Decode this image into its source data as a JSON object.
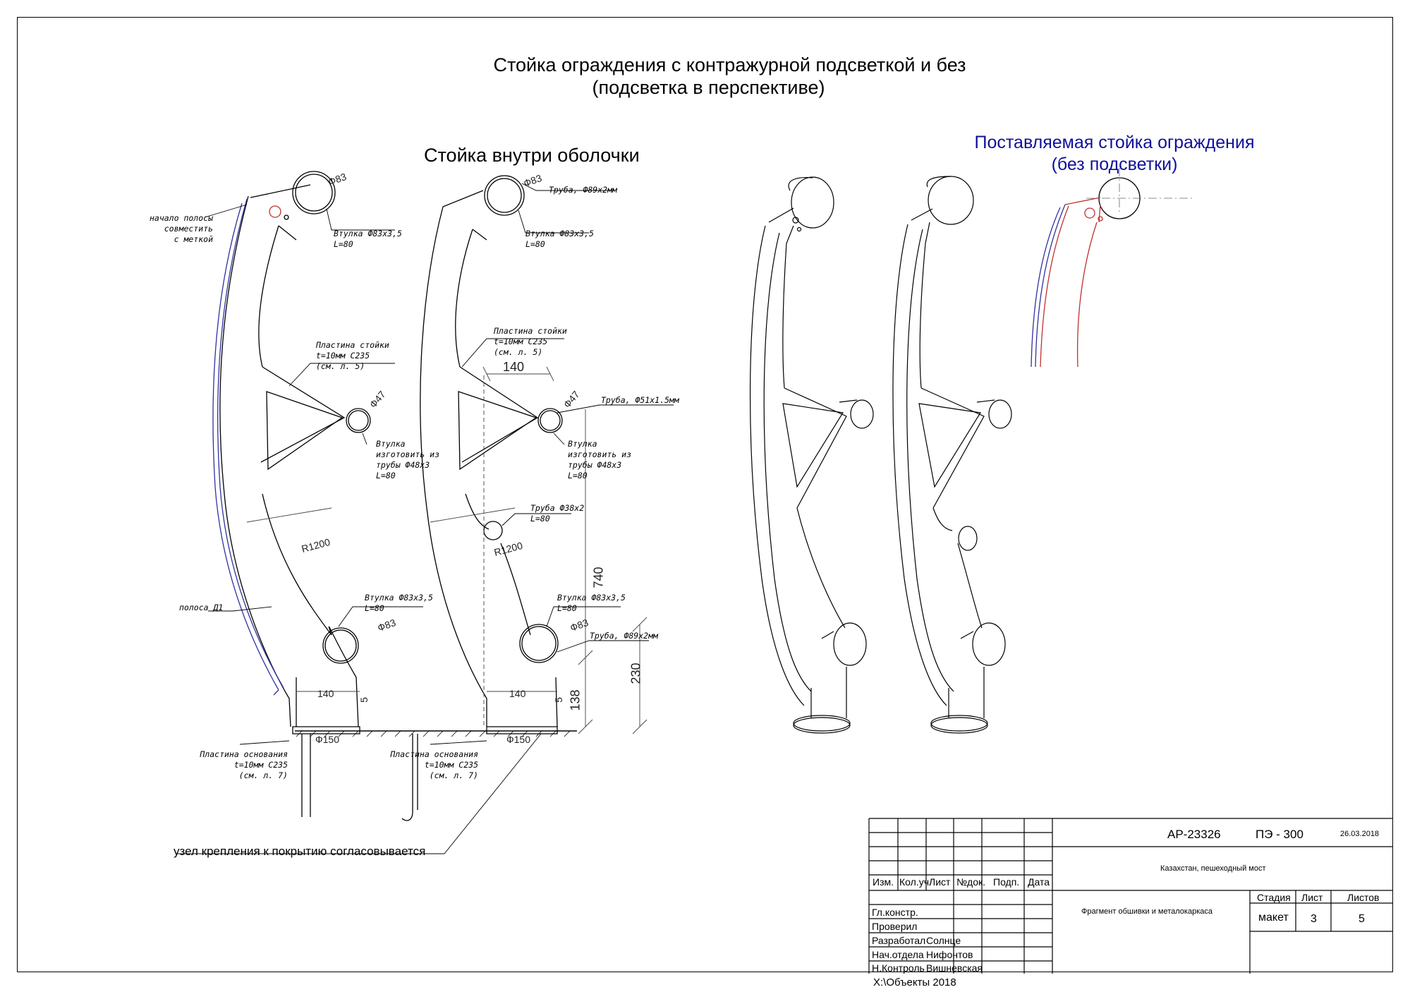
{
  "title_line1": "Стойка ограждения с контражурной подсветкой и без",
  "title_line2": "(подсветка в перспективе)",
  "subtitle_left": "Стойка внутри оболочки",
  "subtitle_right_line1": "Поставляемая стойка ограждения",
  "subtitle_right_line2": "(без подсветки)",
  "colors": {
    "accent_blue": "#10109a",
    "line": "#000000",
    "strip": "#3030a0",
    "red": "#c03030"
  },
  "notes": {
    "strip_start": "начало полосы\nсовместить\nс меткой",
    "strip": "полоса Д1",
    "bushing_top_left": "Втулка Ф83х3,5\nL=80",
    "plate_left": "Пластина стойки\nt=10мм С235\n(см. л. 5)",
    "bushing_mid_left": "Втулка\nизготовить из\nтрубы Ф48х3\nL=80",
    "bushing_bot_left": "Втулка Ф83х3,5\nL=80",
    "base_left": "Пластина основания\nt=10мм С235\n(см. л. 7)",
    "pipe_top_right": "Труба, Ф89х2мм",
    "bushing_top_right": "Втулка Ф83х3,5\nL=80",
    "plate_right": "Пластина стойки\nt=10мм С235\n(см. л. 5)",
    "pipe_mid_right": "Труба, Ф51х1.5мм",
    "bushing_mid_right": "Втулка\nизготовить из\nтрубы Ф48х3\nL=80",
    "pipe_small_right": "Труба Ф38х2\nL=80",
    "bushing_bot_right": "Втулка Ф83х3,5\nL=80",
    "pipe_bot_right": "Труба, Ф89х2мм",
    "base_right": "Пластина основания\nt=10мм С235\n(см. л. 7)"
  },
  "dims": {
    "d83": "Ф83",
    "d47": "Ф47",
    "r1200": "R1200",
    "w140": "140",
    "w5": "5",
    "d150": "Ф150",
    "h740": "740",
    "h138": "138",
    "h230": "230"
  },
  "bottom_note": "узел крепления к покрытию согласовывается",
  "stamp": {
    "code": "АР-23326",
    "sheet_code": "ПЭ - 300",
    "date": "26.03.2018",
    "project": "Казахстан,  пешеходный мост",
    "drawing_name": "Фрагмент обшивки и металокаркаса",
    "header_cols": [
      "Изм.",
      "Кол.уч",
      "Лист",
      "№док.",
      "Подп.",
      "Дата"
    ],
    "roles": [
      "Гл.констр.",
      "Проверил",
      "Разработал",
      "Нач.отдела",
      "Н.Контроль"
    ],
    "names": [
      "",
      "",
      "Солнце",
      "Нифонтов",
      "Вишневская"
    ],
    "stage_label": "Стадия",
    "sheet_label": "Лист",
    "sheets_label": "Листов",
    "stage": "макет",
    "sheet": "3",
    "sheets": "5"
  },
  "file_path": "X:\\Объекты 2018"
}
